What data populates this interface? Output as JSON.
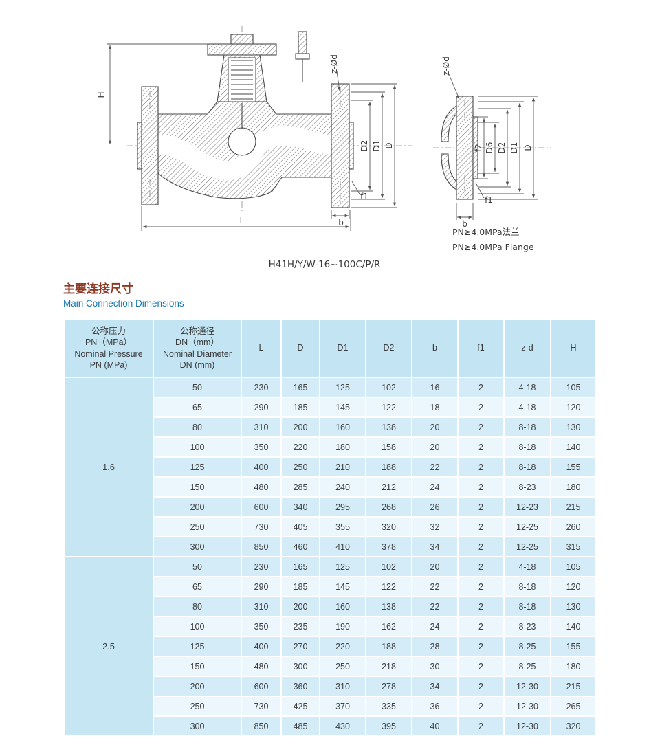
{
  "drawing": {
    "caption": "H41H/Y/W-16~100C/P/R",
    "flange_note_cn": "PN≥4.0MPa法兰",
    "flange_note_en": "PN≥4.0MPa Flange",
    "left": {
      "H": "H",
      "L": "L",
      "D": "D",
      "D1": "D1",
      "D2": "D2",
      "b": "b",
      "f1": "f1",
      "z_d": "z-Ød"
    },
    "right": {
      "z_d": "z-Ød",
      "f2": "f2",
      "D6": "D6",
      "D2": "D2",
      "D1": "D1",
      "D": "D",
      "b": "b",
      "f1": "f1"
    }
  },
  "section": {
    "title_cn": "主要连接尺寸",
    "title_en": "Main Connection Dimensions"
  },
  "table": {
    "pressure_header": "公称压力\nPN（MPa）\nNominal Pressure\nPN (MPa)",
    "dn_header": "公称通径\nDN（mm）\nNominal Diameter\nDN (mm)",
    "columns": [
      "L",
      "D",
      "D1",
      "D2",
      "b",
      "f1",
      "z-d",
      "H"
    ],
    "groups": [
      {
        "pressure": "1.6",
        "rows": [
          [
            "50",
            "230",
            "165",
            "125",
            "102",
            "16",
            "2",
            "4-18",
            "105"
          ],
          [
            "65",
            "290",
            "185",
            "145",
            "122",
            "18",
            "2",
            "4-18",
            "120"
          ],
          [
            "80",
            "310",
            "200",
            "160",
            "138",
            "20",
            "2",
            "8-18",
            "130"
          ],
          [
            "100",
            "350",
            "220",
            "180",
            "158",
            "20",
            "2",
            "8-18",
            "140"
          ],
          [
            "125",
            "400",
            "250",
            "210",
            "188",
            "22",
            "2",
            "8-18",
            "155"
          ],
          [
            "150",
            "480",
            "285",
            "240",
            "212",
            "24",
            "2",
            "8-23",
            "180"
          ],
          [
            "200",
            "600",
            "340",
            "295",
            "268",
            "26",
            "2",
            "12-23",
            "215"
          ],
          [
            "250",
            "730",
            "405",
            "355",
            "320",
            "32",
            "2",
            "12-25",
            "260"
          ],
          [
            "300",
            "850",
            "460",
            "410",
            "378",
            "34",
            "2",
            "12-25",
            "315"
          ]
        ]
      },
      {
        "pressure": "2.5",
        "rows": [
          [
            "50",
            "230",
            "165",
            "125",
            "102",
            "20",
            "2",
            "4-18",
            "105"
          ],
          [
            "65",
            "290",
            "185",
            "145",
            "122",
            "22",
            "2",
            "8-18",
            "120"
          ],
          [
            "80",
            "310",
            "200",
            "160",
            "138",
            "22",
            "2",
            "8-18",
            "130"
          ],
          [
            "100",
            "350",
            "235",
            "190",
            "162",
            "24",
            "2",
            "8-23",
            "140"
          ],
          [
            "125",
            "400",
            "270",
            "220",
            "188",
            "28",
            "2",
            "8-25",
            "155"
          ],
          [
            "150",
            "480",
            "300",
            "250",
            "218",
            "30",
            "2",
            "8-25",
            "180"
          ],
          [
            "200",
            "600",
            "360",
            "310",
            "278",
            "34",
            "2",
            "12-30",
            "215"
          ],
          [
            "250",
            "730",
            "425",
            "370",
            "335",
            "36",
            "2",
            "12-30",
            "265"
          ],
          [
            "300",
            "850",
            "485",
            "430",
            "395",
            "40",
            "2",
            "12-30",
            "320"
          ]
        ]
      }
    ]
  }
}
